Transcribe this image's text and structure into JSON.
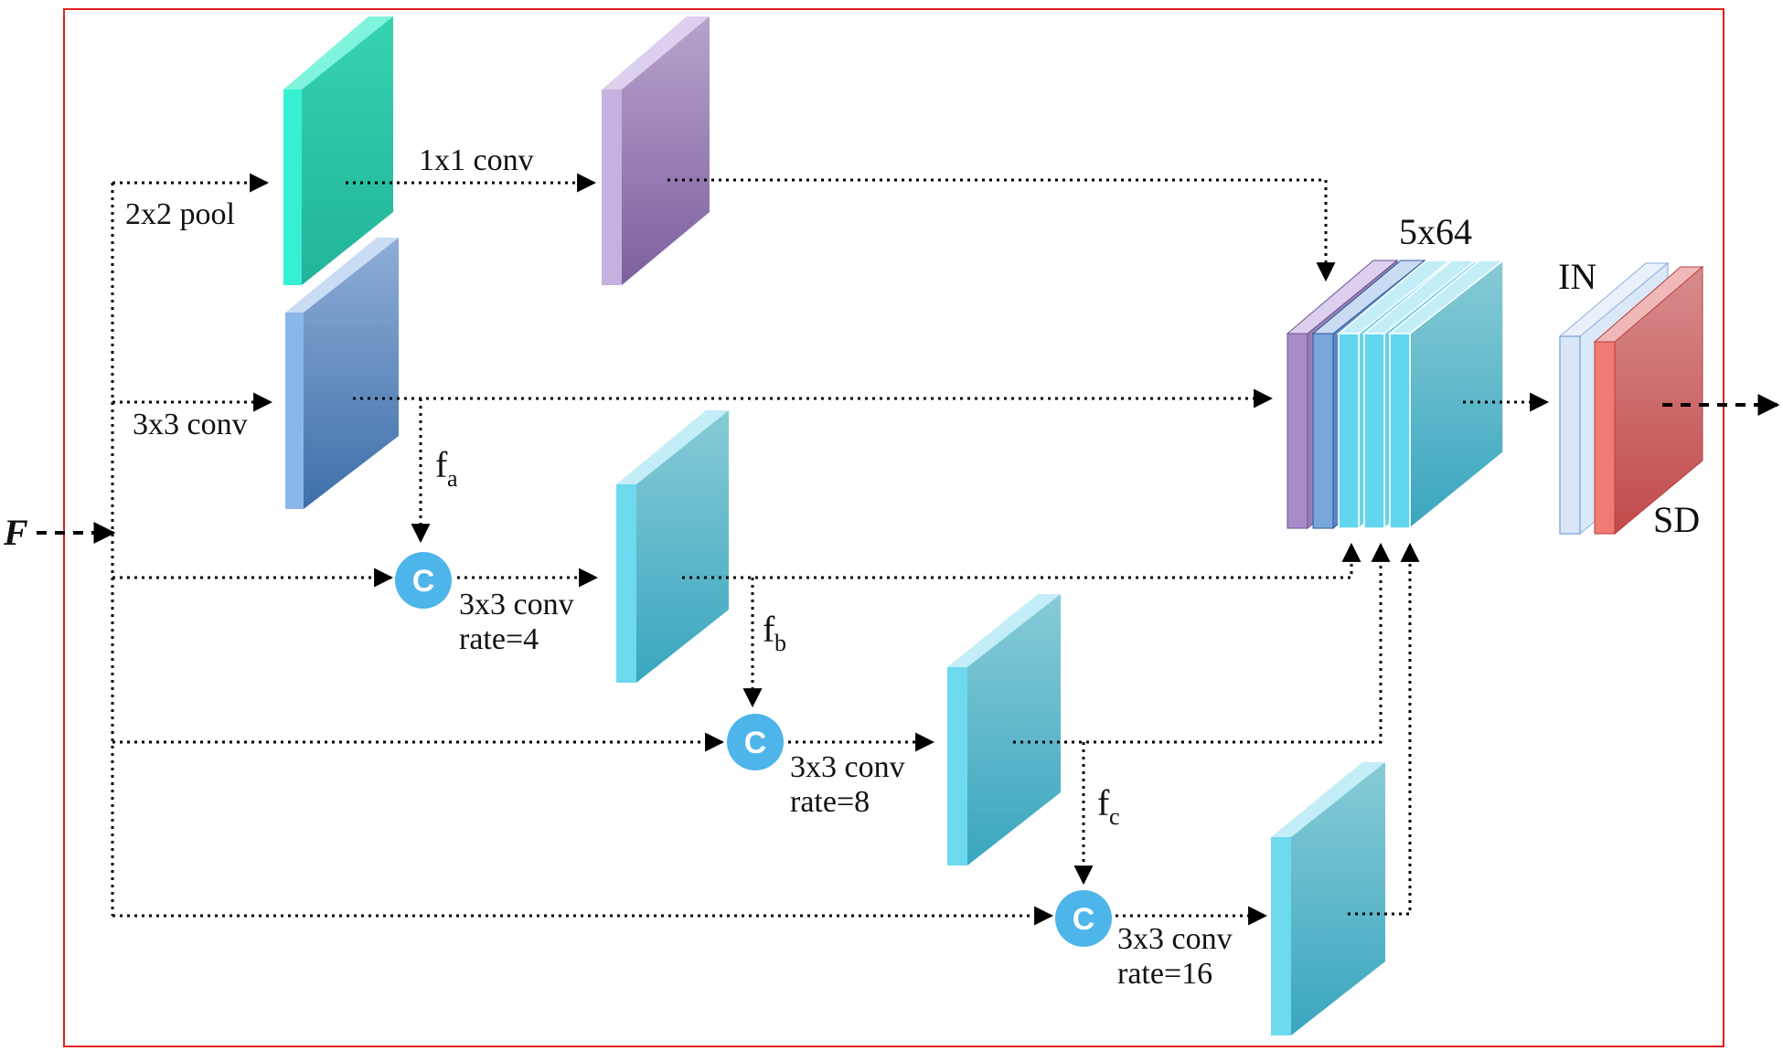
{
  "input_label": "F",
  "ops": {
    "pool": "2x2 pool",
    "conv1": "1x1 conv",
    "conv3": "3x3 conv",
    "d1_line1": "3x3 conv",
    "d1_line2": "rate=4",
    "d2_line1": "3x3 conv",
    "d2_line2": "rate=8",
    "d3_line1": "3x3 conv",
    "d3_line2": "rate=16"
  },
  "features": {
    "fa": "f",
    "fa_sub": "a",
    "fb": "f",
    "fb_sub": "b",
    "fc": "f",
    "fc_sub": "c"
  },
  "concat_symbol": "C",
  "stack_label": "5x64",
  "norm_labels": {
    "in": "IN",
    "sd": "SD"
  },
  "colors": {
    "pool": "#2ec4a6",
    "conv1": "#9a80b8",
    "conv3": "#5b86c0",
    "dilated": "#5bbfd3",
    "concat": "#4db5ea",
    "in": "#d8e6f8",
    "sd": "#d86060",
    "frame": "#e02020"
  }
}
